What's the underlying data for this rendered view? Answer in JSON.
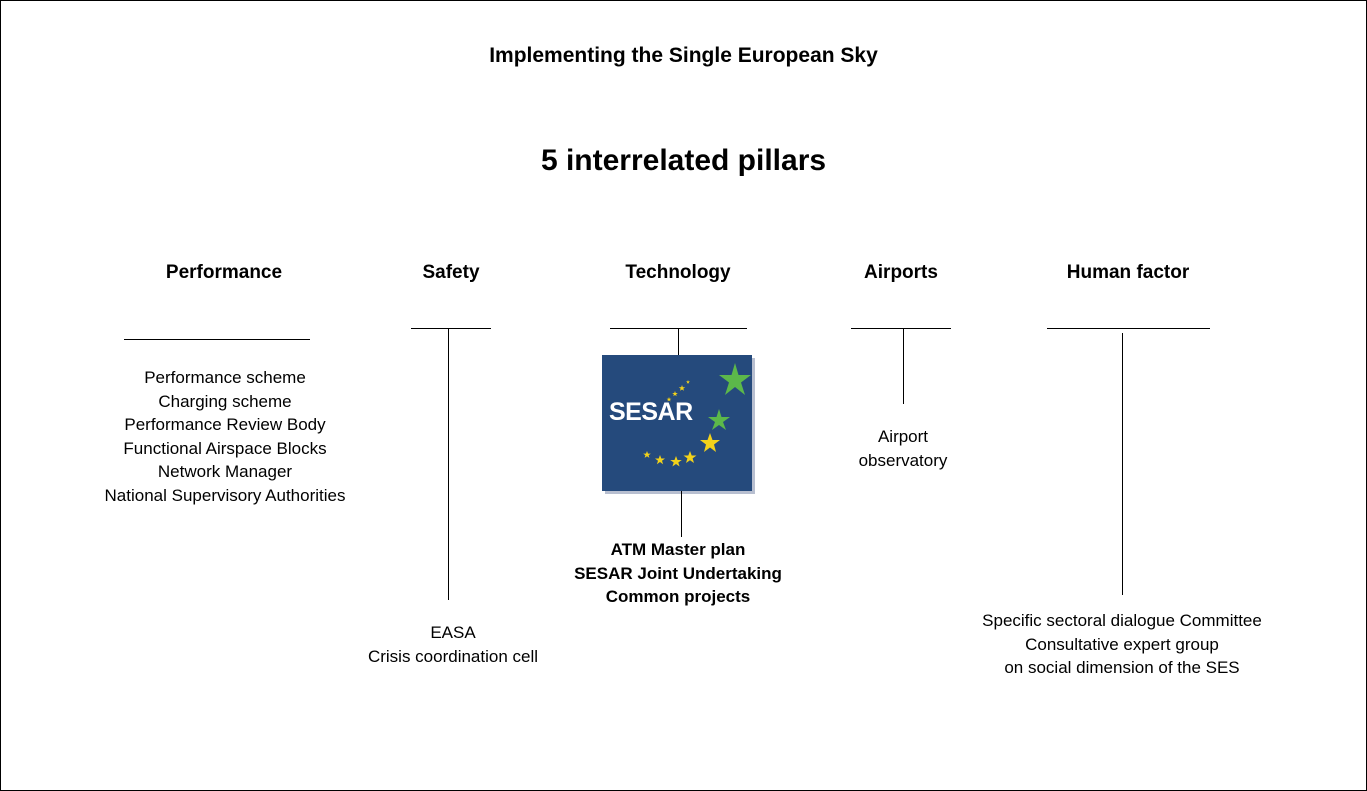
{
  "title": "Implementing the Single European Sky",
  "subtitle": "5 interrelated pillars",
  "pillars": [
    {
      "heading": "Performance",
      "items": [
        "Performance scheme",
        "Charging scheme",
        "Performance Review Body",
        "Functional Airspace Blocks",
        "Network Manager",
        "National Supervisory Authorities"
      ]
    },
    {
      "heading": "Safety",
      "items": [
        "EASA",
        "Crisis coordination cell"
      ]
    },
    {
      "heading": "Technology",
      "logo_text": "SESAR",
      "items": [
        "ATM Master plan",
        "SESAR Joint Undertaking",
        "Common projects"
      ]
    },
    {
      "heading": "Airports",
      "items": [
        "Airport",
        "observatory"
      ]
    },
    {
      "heading": "Human factor",
      "items": [
        "Specific sectoral dialogue Committee",
        "Consultative expert group",
        "on social dimension of the SES"
      ]
    }
  ],
  "colors": {
    "logo_background": "#254a7c",
    "logo_star_green": "#5cb84a",
    "logo_star_yellow": "#f2d21b",
    "line": "#000000"
  }
}
